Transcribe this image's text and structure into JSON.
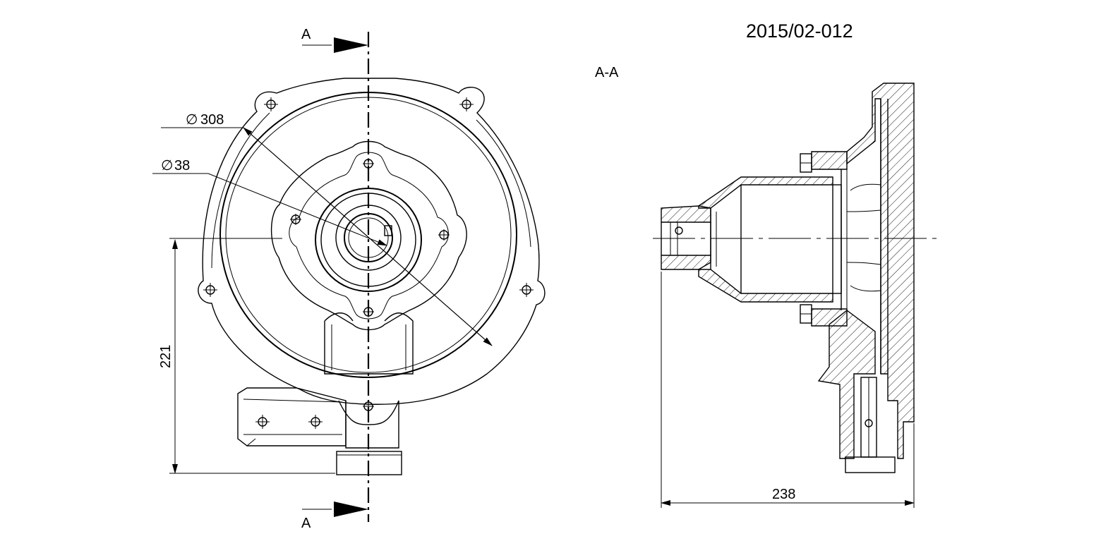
{
  "drawing_number": "2015/02-012",
  "section_title": "A-A",
  "cut_marker_top": "A",
  "cut_marker_bottom": "A",
  "dimensions": {
    "outer_diameter": "308",
    "bore_diameter": "38",
    "height": "221",
    "width": "238"
  },
  "symbols": {
    "diameter": "∅"
  }
}
